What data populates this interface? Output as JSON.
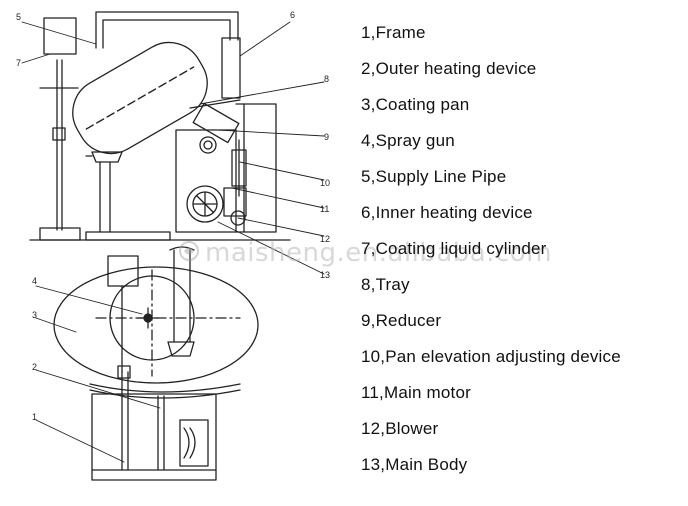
{
  "legend": [
    {
      "num": "1",
      "label": "1,Frame"
    },
    {
      "num": "2",
      "label": "2,Outer heating device"
    },
    {
      "num": "3",
      "label": "3,Coating pan"
    },
    {
      "num": "4",
      "label": "4,Spray gun"
    },
    {
      "num": "5",
      "label": "5,Supply Line Pipe"
    },
    {
      "num": "6",
      "label": "6,Inner heating device"
    },
    {
      "num": "7",
      "label": "7,Coating liquid cylinder"
    },
    {
      "num": "8",
      "label": "8,Tray"
    },
    {
      "num": "9",
      "label": "9,Reducer"
    },
    {
      "num": "10",
      "label": "10,Pan elevation adjusting device"
    },
    {
      "num": "11",
      "label": "11,Main motor"
    },
    {
      "num": "12",
      "label": "12,Blower"
    },
    {
      "num": "13",
      "label": "13,Main Body"
    }
  ],
  "callouts": {
    "side_view": [
      "5",
      "7",
      "6",
      "8",
      "9",
      "10",
      "11",
      "12",
      "13"
    ],
    "top_view": [
      "4",
      "3",
      "2",
      "1"
    ]
  },
  "watermark": "maisheng.en.alibaba.com"
}
